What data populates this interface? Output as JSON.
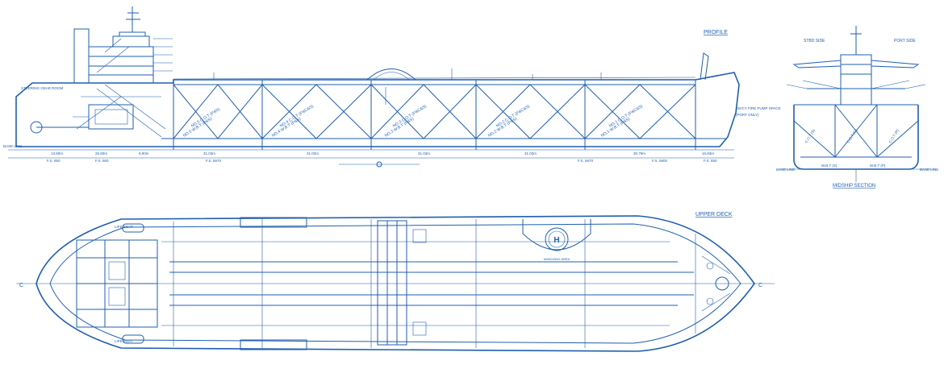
{
  "colors": {
    "line": "#1f5fae",
    "background": "#ffffff"
  },
  "views": {
    "profile": {
      "title": "PROFILE"
    },
    "midship": {
      "title": "MIDSHIP SECTION",
      "stbd_label": "STBD SIDE",
      "port_label": "PORT SIDE",
      "base_line": "BASE LINE"
    },
    "upper_deck": {
      "title": "UPPER DECK"
    }
  },
  "profile_labels": {
    "steering_gear_room": "STEERING GEAR ROOM",
    "emergency_fire_pump_space": "EM'CY FIRE PUMP SPACE",
    "port_only": "(PORT ONLY)",
    "base_line": "BASE LINE"
  },
  "tanks": {
    "upper": [
      "NO.5 C.O.T (P&S)",
      "NO.4 C.O.T (P&C&S)",
      "NO.3 C.O.T (P&C&S)",
      "NO.2 C.O.T (P&C&S)",
      "NO.1 C.O.T (P&C&S)"
    ],
    "lower": [
      "NO.5 W.B.T (P&S)",
      "NO.4 W.B.T (P&S)",
      "NO.3 W.B.T (P&S)",
      "NO.2 W.B.T (P&S)",
      "NO.1 W.B.T (P&S)"
    ]
  },
  "dimensions": [
    "13.80m",
    "26.80m",
    "6.90m",
    "31.03m",
    "31.03m",
    "31.03m",
    "31.03m",
    "30.79m",
    "16.83m"
  ],
  "frame_spacings": [
    "F.S. 850",
    "F.S. 900",
    "F.S. 5670",
    "F.S. 5670",
    "F.S. 5800",
    "F.S. 850"
  ],
  "midship_tanks": {
    "left": "C.O.T (S)",
    "center": "C.O.T (C)",
    "right": "C.O.T (P)",
    "wbt_left": "W.B.T (S)",
    "wbt_right": "W.B.T (P)"
  },
  "deck_labels": {
    "life_boat_top": "LIFE BOAT",
    "life_boat_bottom": "LIFE BOAT",
    "helideck": "H",
    "helideck_caption": "WINCHING AREA",
    "centerline": "C"
  }
}
